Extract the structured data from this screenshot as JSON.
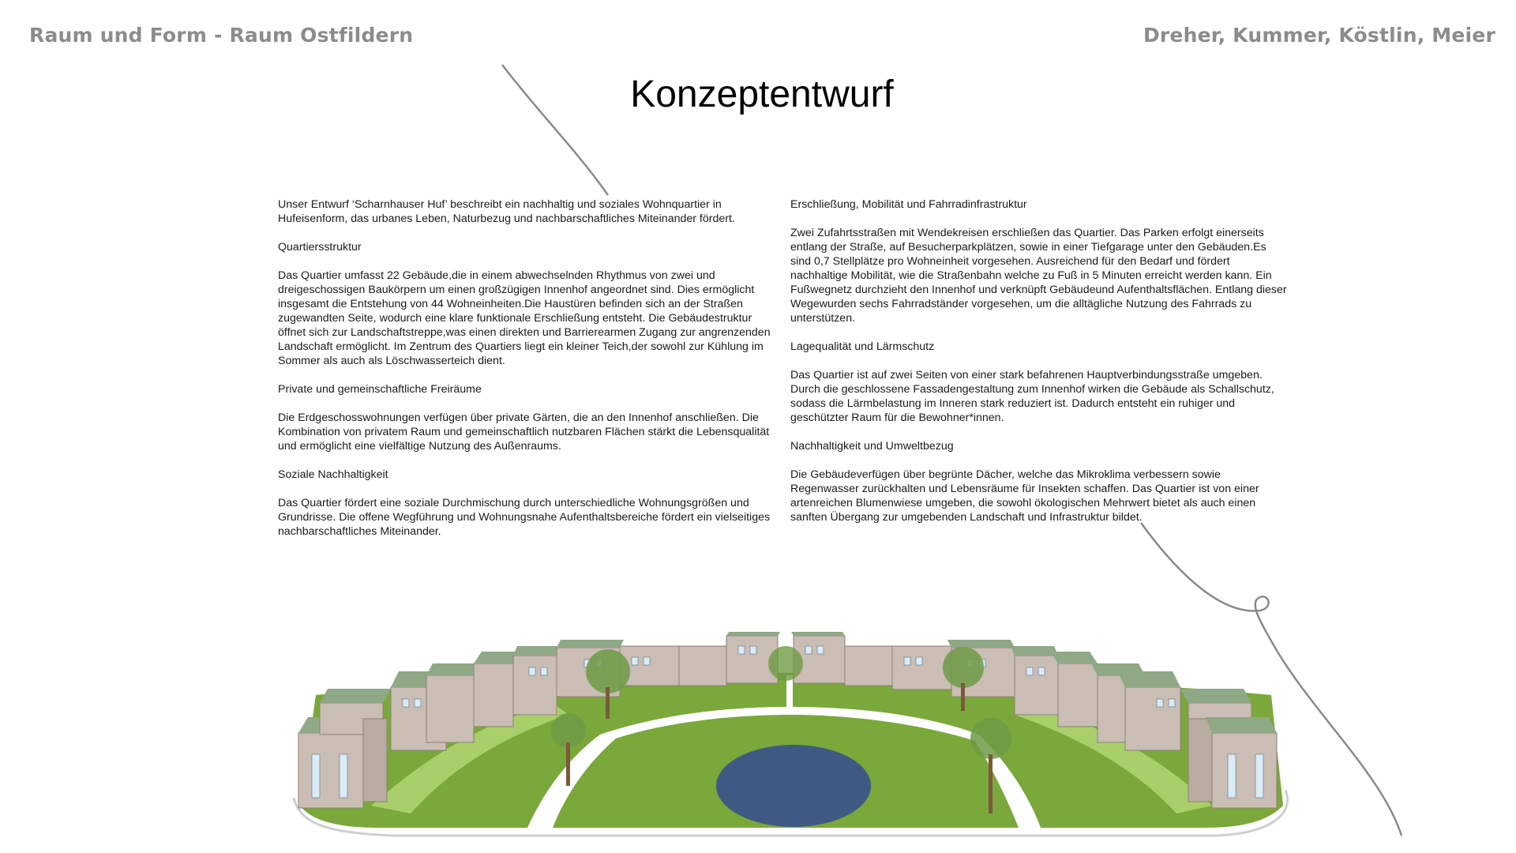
{
  "header": {
    "left": "Raum und Form - Raum Ostfildern",
    "right": "Dreher, Kummer, Köstlin, Meier"
  },
  "title": "Konzeptentwurf",
  "left_column": {
    "intro": "Unser Entwurf ‘Scharnhauser Huf’ beschreibt ein nachhaltig und soziales Wohnquartier in Hufeisenform, das urbanes Leben, Naturbezug und nachbarschaftliches Miteinander fördert.",
    "s1_heading": "Quartiersstruktur",
    "s1_text": "Das Quartier umfasst 22 Gebäude,die in einem abwechselnden Rhythmus von zwei und dreigeschossigen Baukörpern um einen großzügigen Innenhof angeordnet sind. Dies ermöglicht insgesamt die Entstehung von 44 Wohneinheiten.Die Haustüren befinden sich an der Straßen zugewandten Seite, wodurch eine klare funktionale Erschließung entsteht. Die Gebäudestruktur öffnet sich zur Landschaftstreppe,was einen direkten und Barrierearmen Zugang zur angrenzenden Landschaft ermöglicht. Im Zentrum des Quartiers liegt ein kleiner Teich,der sowohl zur Kühlung im Sommer als auch als Löschwasserteich dient.",
    "s2_heading": "Private und gemeinschaftliche Freiräume",
    "s2_text": "Die Erdgeschosswohnungen verfügen über private Gärten, die an den Innenhof anschließen. Die Kombination von privatem Raum und gemeinschaftlich nutzbaren Flächen stärkt die Lebensqualität und ermöglicht eine vielfältige Nutzung des Außenraums.",
    "s3_heading": "Soziale Nachhaltigkeit",
    "s3_text": "Das Quartier fördert eine soziale Durchmischung durch unterschiedliche Wohnungsgrößen und Grundrisse. Die offene Wegführung und Wohnungsnahe Aufenthaltsbereiche fördert ein vielseitiges nachbarschaftliches Miteinander."
  },
  "right_column": {
    "s1_heading": "Erschließung, Mobilität und Fahrradinfrastruktur",
    "s1_text": "Zwei Zufahrtsstraßen mit Wendekreisen erschließen das Quartier. Das Parken erfolgt einerseits entlang der Straße, auf Besucherparkplätzen, sowie in einer Tiefgarage unter den Gebäuden.Es sind 0,7 Stellplätze pro Wohneinheit vorgesehen. Ausreichend für den Bedarf und fördert nachhaltige Mobilität, wie die Straßenbahn welche zu Fuß in 5 Minuten erreicht werden kann. Ein Fußwegnetz durchzieht den Innenhof und verknüpft Gebäudeund Aufenthaltsflächen. Entlang dieser Wegewurden sechs Fahrradständer vorgesehen, um die alltägliche Nutzung des Fahrrads zu unterstützen.",
    "s2_heading": "Lagequalität und Lärmschutz",
    "s2_text": "Das Quartier ist auf zwei Seiten von einer stark befahrenen Hauptverbindungsstraße umgeben. Durch die geschlossene Fassadengestaltung zum Innenhof wirken die Gebäude als Schallschutz, sodass die Lärmbelastung im Inneren stark reduziert ist. Dadurch entsteht ein ruhiger und geschützter Raum für die Bewohner*innen.",
    "s3_heading": "Nachhaltigkeit und Umweltbezug",
    "s3_text": "Die Gebäudeverfügen über begrünte Dächer, welche das Mikroklima verbessern sowie Regenwasser zurückhalten und Lebensräume für Insekten schaffen. Das Quartier ist von einer artenreichen Blumenwiese umgeben, die sowohl ökologischen Mehrwert bietet als auch einen sanften Übergang zur umgebenden Landschaft und Infrastruktur bildet."
  },
  "colors": {
    "header_gray": "#8c8c8c",
    "grass": "#7aa83a",
    "grass_light": "#a9cf6a",
    "building": "#c9bdb4",
    "roof": "#8fa886",
    "pond": "#3f5a82",
    "path": "#ffffff"
  }
}
